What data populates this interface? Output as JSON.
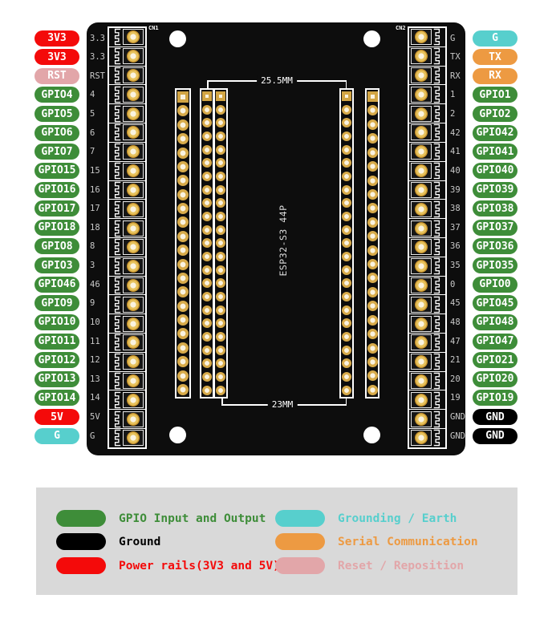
{
  "board": {
    "cn1_label": "CN1",
    "cn2_label": "CN2",
    "chip_label": "ESP32-S3  44P",
    "dim_top": "25.5MM",
    "dim_bottom": "23MM"
  },
  "type_colors": {
    "gpio": "#3e8d39",
    "ground": "#000000",
    "power": "#f40a0a",
    "earth": "#57cfcd",
    "serial": "#ed9a42",
    "reset": "#e2a6a9"
  },
  "left_pins": [
    {
      "label": "3V3",
      "pad": "3.3",
      "type": "power"
    },
    {
      "label": "3V3",
      "pad": "3.3",
      "type": "power"
    },
    {
      "label": "RST",
      "pad": "RST",
      "type": "reset"
    },
    {
      "label": "GPIO4",
      "pad": "4",
      "type": "gpio"
    },
    {
      "label": "GPIO5",
      "pad": "5",
      "type": "gpio"
    },
    {
      "label": "GPIO6",
      "pad": "6",
      "type": "gpio"
    },
    {
      "label": "GPIO7",
      "pad": "7",
      "type": "gpio"
    },
    {
      "label": "GPIO15",
      "pad": "15",
      "type": "gpio"
    },
    {
      "label": "GPIO16",
      "pad": "16",
      "type": "gpio"
    },
    {
      "label": "GPIO17",
      "pad": "17",
      "type": "gpio"
    },
    {
      "label": "GPIO18",
      "pad": "18",
      "type": "gpio"
    },
    {
      "label": "GPIO8",
      "pad": "8",
      "type": "gpio"
    },
    {
      "label": "GPIO3",
      "pad": "3",
      "type": "gpio"
    },
    {
      "label": "GPIO46",
      "pad": "46",
      "type": "gpio"
    },
    {
      "label": "GPIO9",
      "pad": "9",
      "type": "gpio"
    },
    {
      "label": "GPIO10",
      "pad": "10",
      "type": "gpio"
    },
    {
      "label": "GPIO11",
      "pad": "11",
      "type": "gpio"
    },
    {
      "label": "GPIO12",
      "pad": "12",
      "type": "gpio"
    },
    {
      "label": "GPIO13",
      "pad": "13",
      "type": "gpio"
    },
    {
      "label": "GPIO14",
      "pad": "14",
      "type": "gpio"
    },
    {
      "label": "5V",
      "pad": "5V",
      "type": "power"
    },
    {
      "label": "G",
      "pad": "G",
      "type": "earth"
    }
  ],
  "right_pins": [
    {
      "label": "G",
      "pad": "G",
      "type": "earth"
    },
    {
      "label": "TX",
      "pad": "TX",
      "type": "serial"
    },
    {
      "label": "RX",
      "pad": "RX",
      "type": "serial"
    },
    {
      "label": "GPIO1",
      "pad": "1",
      "type": "gpio"
    },
    {
      "label": "GPIO2",
      "pad": "2",
      "type": "gpio"
    },
    {
      "label": "GPIO42",
      "pad": "42",
      "type": "gpio"
    },
    {
      "label": "GPIO41",
      "pad": "41",
      "type": "gpio"
    },
    {
      "label": "GPIO40",
      "pad": "40",
      "type": "gpio"
    },
    {
      "label": "GPIO39",
      "pad": "39",
      "type": "gpio"
    },
    {
      "label": "GPIO38",
      "pad": "38",
      "type": "gpio"
    },
    {
      "label": "GPIO37",
      "pad": "37",
      "type": "gpio"
    },
    {
      "label": "GPIO36",
      "pad": "36",
      "type": "gpio"
    },
    {
      "label": "GPIO35",
      "pad": "35",
      "type": "gpio"
    },
    {
      "label": "GPIO0",
      "pad": "0",
      "type": "gpio"
    },
    {
      "label": "GPIO45",
      "pad": "45",
      "type": "gpio"
    },
    {
      "label": "GPIO48",
      "pad": "48",
      "type": "gpio"
    },
    {
      "label": "GPIO47",
      "pad": "47",
      "type": "gpio"
    },
    {
      "label": "GPIO21",
      "pad": "21",
      "type": "gpio"
    },
    {
      "label": "GPIO20",
      "pad": "20",
      "type": "gpio"
    },
    {
      "label": "GPIO19",
      "pad": "19",
      "type": "gpio"
    },
    {
      "label": "GND",
      "pad": "GND",
      "type": "ground"
    },
    {
      "label": "GND",
      "pad": "GND",
      "type": "ground"
    }
  ],
  "strips": [
    {
      "id": "left-outer-row",
      "pads": 22
    },
    {
      "id": "left-inner-row-a",
      "pads": 23
    },
    {
      "id": "left-inner-row-b",
      "pads": 23
    },
    {
      "id": "right-inner-row",
      "pads": 23
    },
    {
      "id": "right-outer-row",
      "pads": 22
    }
  ],
  "legend": {
    "items": [
      {
        "label": "GPIO Input and Output",
        "type": "gpio"
      },
      {
        "label": "Ground",
        "type": "ground"
      },
      {
        "label": "Power rails(3V3 and 5V)",
        "type": "power"
      },
      {
        "label": "Grounding / Earth",
        "type": "earth"
      },
      {
        "label": "Serial Communication",
        "type": "serial"
      },
      {
        "label": "Reset / Reposition",
        "type": "reset"
      }
    ]
  }
}
